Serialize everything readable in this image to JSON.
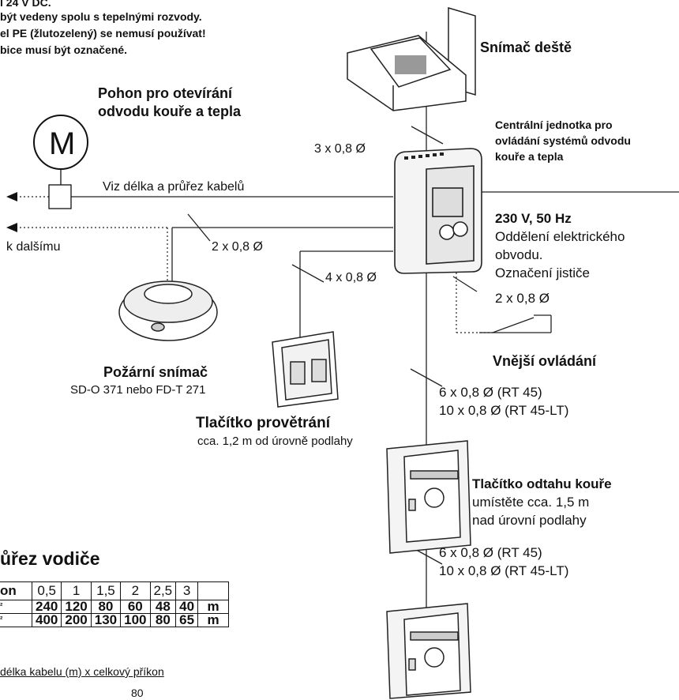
{
  "notes": {
    "line1": "l 24 V DC.",
    "line2": "být vedeny spolu s tepelnými rozvody.",
    "line3": "el PE (žlutozelený) se nemusí používat!",
    "line4": "bice musí být označené."
  },
  "components": {
    "rain_sensor": "Snímač deště",
    "actuator_title_1": "Pohon pro otevírání",
    "actuator_title_2": "odvodu kouře a tepla",
    "actuator_symbol": "M",
    "central_unit_1": "Centrální jednotka pro",
    "central_unit_2": "ovládání systémů odvodu",
    "central_unit_3": "kouře a tepla",
    "power_title": "230 V, 50 Hz",
    "power_line2": "Oddělení elektrického",
    "power_line3": "obvodu.",
    "power_line4": "Označení jističe",
    "external_control": "Vnější ovládání",
    "fire_sensor_title": "Požární snímač",
    "fire_sensor_models": "SD-O 371 nebo FD-T 271",
    "vent_button_title": "Tlačítko provětrání",
    "vent_button_note": "cca. 1,2 m od úrovně podlahy",
    "smoke_button_title": "Tlačítko odtahu kouře",
    "smoke_button_note1": "umístěte cca. 1,5 m",
    "smoke_button_note2": "nad úrovní podlahy",
    "next_label": "k dalšímu"
  },
  "cables": {
    "rain": "3 x 0,8 Ø",
    "actuator": "Viz délka a průřez kabelů",
    "fire": "2 x 0,8 Ø",
    "vent": "4 x 0,8 Ø",
    "external": "2 x 0,8 Ø",
    "smoke1_a": "6 x 0,8 Ø (RT 45)",
    "smoke1_b": "10 x 0,8 Ø (RT 45-LT)",
    "smoke2_a": "6 x 0,8 Ø (RT 45)",
    "smoke2_b": "10 x 0,8 Ø (RT 45-LT)"
  },
  "cross_section": {
    "heading": "ůřez vodiče",
    "header_label": "on",
    "row1_label": "²",
    "row2_label": "²",
    "columns": [
      "0,5",
      "1",
      "1,5",
      "2",
      "2,5",
      "3"
    ],
    "row1": [
      "240",
      "120",
      "80",
      "60",
      "48",
      "40"
    ],
    "row2": [
      "400",
      "200",
      "130",
      "100",
      "80",
      "65"
    ],
    "unit": "m",
    "formula": "délka kabelu (m) x celkový příkon",
    "formula_value": "80"
  }
}
